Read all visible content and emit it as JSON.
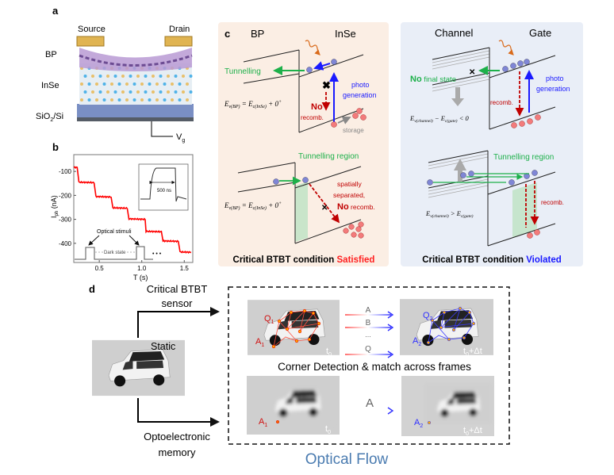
{
  "panel_labels": {
    "a": "a",
    "b": "b",
    "c": "c",
    "d": "d"
  },
  "panel_a": {
    "source": "Source",
    "drain": "Drain",
    "bp": "BP",
    "inse": "InSe",
    "substrate": "SiO",
    "substrate_sub": "2",
    "substrate_rest": "/Si",
    "vg": "V",
    "vg_sub": "g"
  },
  "panel_b": {
    "chart_data": {
      "type": "line",
      "xlabel": "T (s)",
      "ylabel": "I",
      "ylabel_sub": "ph",
      "ylabel_unit": " (nA)",
      "xlim": [
        0.2,
        1.6
      ],
      "ylim": [
        -480,
        -30
      ],
      "xticks": [
        0.5,
        1.0,
        1.5
      ],
      "xtick_labels": [
        "0.5",
        "1.0",
        "1.5"
      ],
      "yticks": [
        -100,
        -200,
        -300,
        -400
      ],
      "ytick_labels": [
        "-100",
        "-200",
        "-300",
        "-400"
      ],
      "series": [
        {
          "color": "#ff0000",
          "step_times": [
            0.25,
            0.45,
            0.65,
            0.84,
            1.04,
            1.24,
            1.44
          ],
          "levels": [
            -83,
            -145,
            -205,
            -252,
            -298,
            -350,
            -390,
            -436
          ]
        }
      ],
      "inset": {
        "label": "500 ns"
      },
      "annotations": {
        "optical_stimuli": "Optical stimuli",
        "dark_state": "Dark state",
        "ellipsis": "• • •"
      }
    }
  },
  "panel_c": {
    "left_title": "BP",
    "right_title": "InSe",
    "tunnelling": "Tunnelling",
    "photo": "photo",
    "generation": "generation",
    "no": "No",
    "recomb": "recomb.",
    "storage": "storage",
    "eq_top": [
      "E",
      "v(BP)",
      " = E",
      "c(InSe)",
      " + 0",
      "+"
    ],
    "tunnelling_region": "Tunnelling region",
    "spatially": "spatially",
    "separated": "separated,",
    "no2": "No",
    "recomb2": " recomb.",
    "eq_bottom": [
      "E",
      "v(BP)",
      " = E",
      "c(InSe)",
      " + 0",
      "+"
    ],
    "caption": "Critical BTBT condition ",
    "caption_status": "Satisfied",
    "bg": "#fbeee4",
    "status_color": "#ff2020"
  },
  "panel_c2": {
    "left_title": "Channel",
    "right_title": "Gate",
    "no": "No",
    "final_state": " final state",
    "photo": "photo",
    "generation": "generation",
    "recomb": "recomb.",
    "eq_top": [
      "E",
      "v(channel)",
      " − E",
      "c(gate)",
      " < 0"
    ],
    "tunnelling_region": "Tunnelling region",
    "recomb2": "recomb.",
    "eq_bottom": [
      "E",
      "v(channel)",
      " > E",
      "c(gate)"
    ],
    "caption": "Critical BTBT condition ",
    "caption_status": "Violated",
    "bg": "#e9eef7",
    "status_color": "#1a1aff"
  },
  "panel_d": {
    "sensor_line1": "Critical BTBT",
    "sensor_line2": "sensor",
    "static": "Static",
    "memory_line1": "Optoelectronic",
    "memory_line2": "memory",
    "q1": "Q",
    "q1_sub": "1",
    "a1": "A",
    "a1_sub": "1",
    "q2": "Q",
    "q2_sub": "2",
    "a2": "A",
    "a2_sub": "2",
    "t0": "t",
    "t0_sub": "0",
    "t1": "t",
    "t1_sub": "0",
    "t1_rest": "+Δt",
    "match_labels": [
      "A",
      "B",
      "...",
      "Q"
    ],
    "corner_caption": "Corner Detection & match across frames",
    "flow_label": "A",
    "optical_flow": "Optical Flow",
    "optical_flow_color": "#4a7bb0"
  }
}
